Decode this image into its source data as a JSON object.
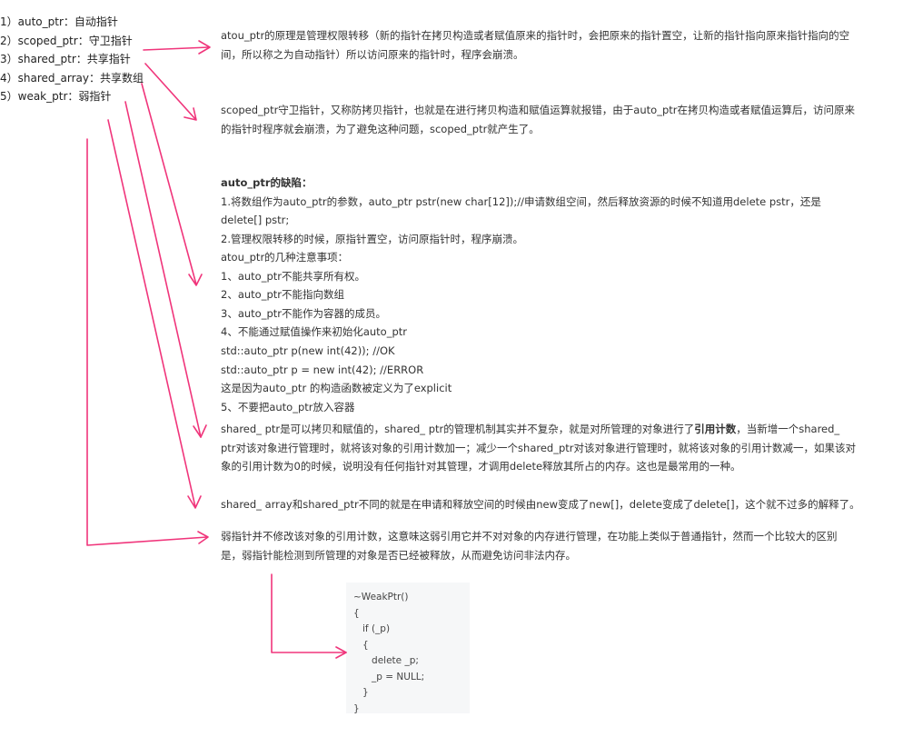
{
  "list": [
    "1）auto_ptr：自动指针",
    "2）scoped_ptr：守卫指针",
    "3）shared_ptr：共享指针",
    "4）shared_array：共享数组",
    "5）weak_ptr：弱指针"
  ],
  "b1": "atou_ptr的原理是管理权限转移（新的指针在拷贝构造或者赋值原来的指针时，会把原来的指针置空，让新的指针指向原来指针指向的空间，所以称之为自动指针）所以访问原来的指针时，程序会崩溃。",
  "b2": "scoped_ptr守卫指针，又称防拷贝指针，也就是在进行拷贝构造和赋值运算就报错，由于auto_ptr在拷贝构造或者赋值运算后，访问原来的指针时程序就会崩溃，为了避免这种问题，scoped_ptr就产生了。",
  "b3": {
    "title": "auto_ptr的缺陷：",
    "line1": "1.将数组作为auto_ptr的参数，auto_ptr pstr(new char[12]);//申请数组空间，然后释放资源的时候不知道用delete pstr，还是delete[] pstr;",
    "line2": "2.管理权限转移的时候，原指针置空，访问原指针时，程序崩溃。"
  },
  "b4": [
    "atou_ptr的几种注意事项：",
    "1、auto_ptr不能共享所有权。",
    "2、auto_ptr不能指向数组",
    "3、auto_ptr不能作为容器的成员。",
    "4、不能通过赋值操作来初始化auto_ptr",
    "std::auto_ptr p(new int(42)); //OK",
    "std::auto_ptr p = new int(42); //ERROR",
    "这是因为auto_ptr 的构造函数被定义为了explicit",
    "5、不要把auto_ptr放入容器"
  ],
  "b5": {
    "pre": "shared_ ptr是可以拷贝和赋值的，shared_ ptr的管理机制其实并不复杂，就是对所管理的对象进行了",
    "bold": "引用计数",
    "post": "，当新增一个shared_ ptr对该对象进行管理时，就将该对象的引用计数加一；减少一个shared_ptr对该对象进行管理时，就将该对象的引用计数减一，如果该对象的引用计数为0的时候，说明没有任何指针对其管理，才调用delete释放其所占的内存。这也是最常用的一种。"
  },
  "b6": "shared_ array和shared_ptr不同的就是在申请和释放空间的时候由new变成了new[]，delete变成了delete[]，这个就不过多的解释了。",
  "b7": "弱指针并不修改该对象的引用计数，这意味这弱引用它并不对对象的内存进行管理，在功能上类似于普通指针，然而一个比较大的区别是，弱指针能检测到所管理的对象是否已经被释放，从而避免访问非法内存。",
  "code": [
    "~WeakPtr()",
    "{",
    "   if (_p)",
    "   {",
    "      delete _p;",
    "      _p = NULL;",
    "   }",
    "}"
  ],
  "colors": {
    "arrow": "#f0357b",
    "code_bg": "#f6f7f8"
  }
}
